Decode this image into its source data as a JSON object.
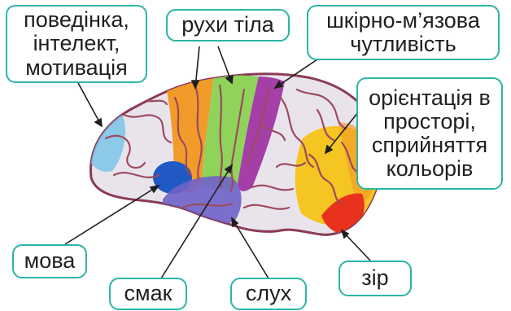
{
  "labels": {
    "behavior": [
      "поведінка,",
      "інтелект,",
      "мотивація"
    ],
    "movement": "рухи тіла",
    "skin_muscle": [
      "шкірно-м’язова",
      "чутливість"
    ],
    "orientation": [
      "орієнтація в",
      "просторі,",
      "сприйняття",
      "кольорів"
    ],
    "speech": "мова",
    "taste": "смак",
    "hearing": "слух",
    "vision": "зір"
  },
  "colors": {
    "label_border": "#2bb5a6",
    "pointer": "#1f1f1f",
    "brain_base": "#e9e4ec",
    "sulci": "#9e4a5e",
    "region_frontal": "#7cc6ea",
    "region_motor": "#f29a2a",
    "region_motor_green": "#8fd35a",
    "region_somatosensory": "#a43fa8",
    "region_speech": "#2159c4",
    "region_hearing": "#6f62c9",
    "region_orientation": "#f5c522",
    "region_vision": "#e8321e"
  }
}
